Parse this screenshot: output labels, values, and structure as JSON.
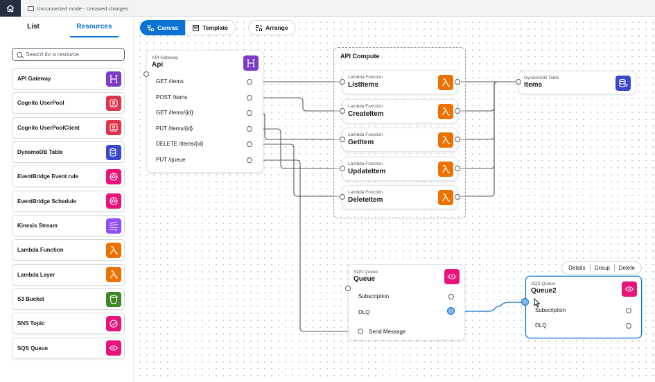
{
  "topbar": {
    "status": "Unconnected mode - Unsaved changes"
  },
  "sidebar": {
    "tabs": {
      "list": "List",
      "resources": "Resources"
    },
    "search": {
      "placeholder": "Search for a resource"
    },
    "items": [
      {
        "label": "API Gateway",
        "icon": "api-gateway-icon",
        "color": "#7d3cc8"
      },
      {
        "label": "Cognito UserPool",
        "icon": "cognito-icon",
        "color": "#dd344c"
      },
      {
        "label": "Cognito UserPoolClient",
        "icon": "cognito-icon",
        "color": "#dd344c"
      },
      {
        "label": "DynamoDB Table",
        "icon": "dynamodb-icon",
        "color": "#3b48cc"
      },
      {
        "label": "EventBridge Event rule",
        "icon": "eventbridge-icon",
        "color": "#e7157b"
      },
      {
        "label": "EventBridge Schedule",
        "icon": "eventbridge-icon",
        "color": "#e7157b"
      },
      {
        "label": "Kinesis Stream",
        "icon": "kinesis-icon",
        "color": "#8c4fff"
      },
      {
        "label": "Lambda Function",
        "icon": "lambda-icon",
        "color": "#ed7100"
      },
      {
        "label": "Lambda Layer",
        "icon": "lambda-layer-icon",
        "color": "#ed7100"
      },
      {
        "label": "S3 Bucket",
        "icon": "s3-icon",
        "color": "#3f8624"
      },
      {
        "label": "SNS Topic",
        "icon": "sns-icon",
        "color": "#e7157b"
      },
      {
        "label": "SQS Queue",
        "icon": "sqs-icon",
        "color": "#e7157b"
      }
    ]
  },
  "toolbar": {
    "canvas": "Canvas",
    "template": "Template",
    "arrange": "Arrange"
  },
  "canvas": {
    "api": {
      "type": "API Gateway",
      "name": "Api",
      "icon": "api-gateway-icon",
      "color": "#7d3cc8",
      "routes": [
        "GET /items",
        "POST /items",
        "GET /items/{id}",
        "PUT /items/{id}",
        "DELETE /items/{id}",
        "PUT /queue"
      ]
    },
    "group": {
      "title": "API Compute"
    },
    "functions": [
      {
        "type": "Lambda Function",
        "name": "ListItems"
      },
      {
        "type": "Lambda Function",
        "name": "CreateItem"
      },
      {
        "type": "Lambda Function",
        "name": "GetItem"
      },
      {
        "type": "Lambda Function",
        "name": "UpdateItem"
      },
      {
        "type": "Lambda Function",
        "name": "DeleteItem"
      }
    ],
    "lambda_color": "#ed7100",
    "table": {
      "type": "DynamoDB Table",
      "name": "Items",
      "color": "#3b48cc"
    },
    "queue": {
      "type": "SQS Queue",
      "name": "Queue",
      "subscription": "Subscription",
      "dlq": "DLQ",
      "send": "Send Message",
      "color": "#e7157b"
    },
    "queue2": {
      "type": "SQS Queue",
      "name": "Queue2",
      "subscription": "Subscription",
      "dlq": "DLQ",
      "color": "#e7157b"
    },
    "context_menu": {
      "details": "Details",
      "group": "Group",
      "delete": "Delete"
    }
  }
}
